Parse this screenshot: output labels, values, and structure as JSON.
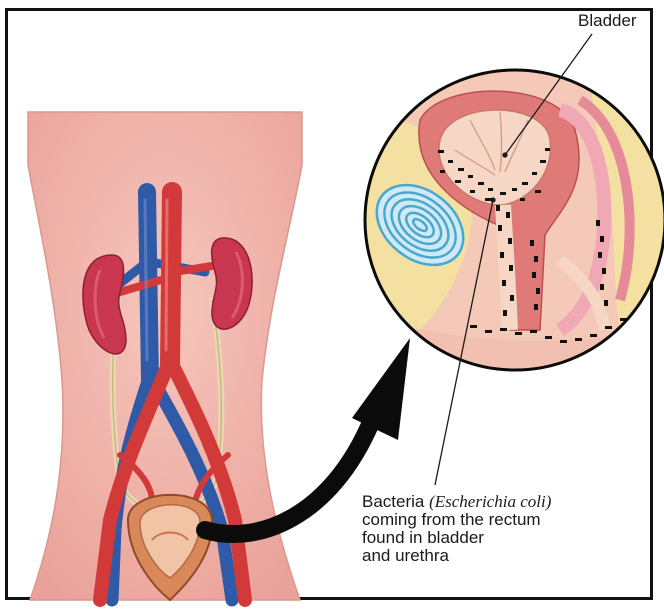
{
  "labels": {
    "bladder": "Bladder",
    "bacteria_line1_prefix": "Bacteria ",
    "bacteria_species": "(Escherichia coli)",
    "bacteria_line2": "coming from the rectum",
    "bacteria_line3": "found in bladder",
    "bacteria_line4": "and urethra"
  },
  "colors": {
    "skin": "#f1b7b0",
    "artery": "#d23a3a",
    "vein": "#2f5aa8",
    "kidney": "#c8374f",
    "bladder_tissue": "#e8a07a",
    "yellow_fat": "#f4e0a0",
    "bacteria": "#111111",
    "rectum_rings": "#4aa7cf"
  }
}
